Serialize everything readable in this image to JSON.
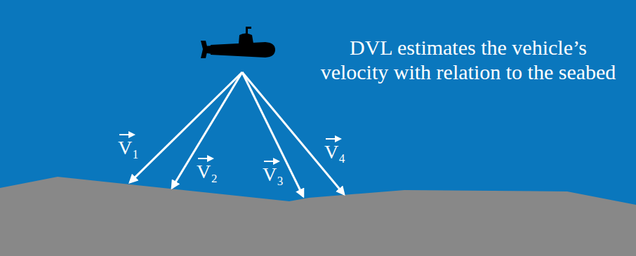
{
  "diagram": {
    "labels": [
      "V₁",
      "V₂",
      "V₃",
      "V₄",
      "DVL estimates the vehicle’s velocity with relation to the seabed"
    ]
  }
}
